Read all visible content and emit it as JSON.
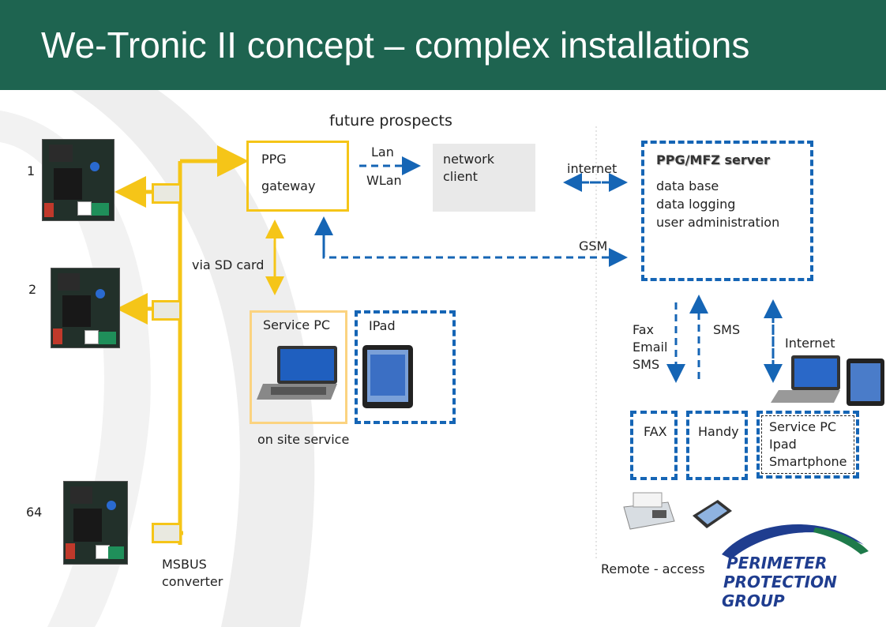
{
  "title": "We-Tronic II concept – complex installations",
  "future_prospects": "future prospects",
  "nodes": {
    "n1": "1",
    "n2": "2",
    "n64": "64",
    "msbus": [
      "MSBUS",
      "converter"
    ],
    "ppg": [
      "PPG",
      "gateway"
    ],
    "lan": "Lan",
    "wlan": "WLan",
    "network_client": [
      "network",
      "client"
    ],
    "internet_top": "internet",
    "gsm": "GSM",
    "server_title": "PPG/MFZ server",
    "server_lines": [
      "data base",
      "data logging",
      "user administration"
    ],
    "via_sd": "via SD card",
    "service_pc": "Service PC",
    "ipad": "IPad",
    "on_site": "on site service",
    "fax_email_sms": [
      "Fax",
      "Email",
      "SMS"
    ],
    "sms": "SMS",
    "internet_right": "Internet",
    "fax": "FAX",
    "handy": "Handy",
    "service_group": [
      "Service PC",
      "Ipad",
      "Smartphone"
    ],
    "remote": "Remote - access"
  },
  "logo": [
    "PERIMETER",
    "PROTECTION",
    "GROUP"
  ],
  "colors": {
    "header": "#1e6450",
    "gold": "#f5c518",
    "blue": "#1565b5"
  }
}
